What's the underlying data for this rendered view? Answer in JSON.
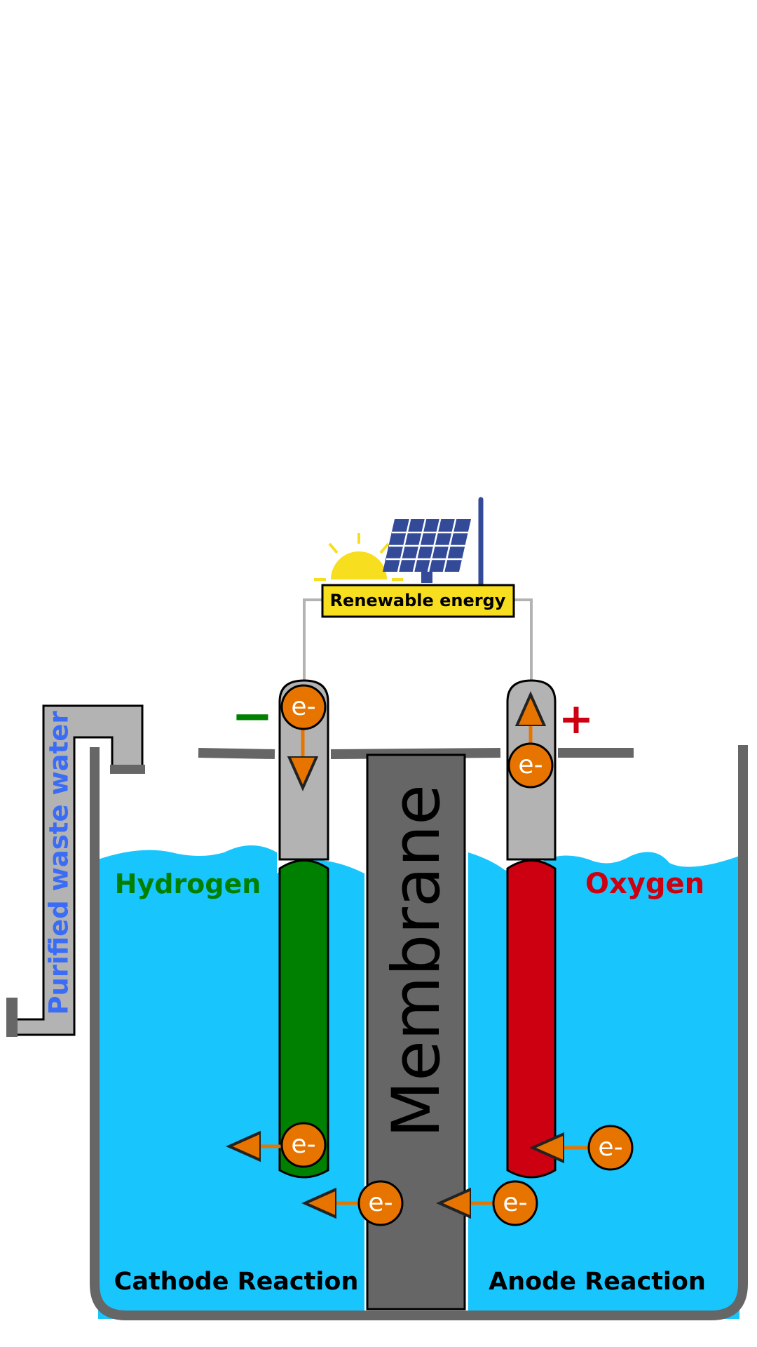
{
  "energy_label": "Renewable energy",
  "membrane_label": "Membrane",
  "pipe_label": "Purified waste water",
  "hydrogen_label": "Hydrogen",
  "oxygen_label": "Oxygen",
  "cathode_label": "Cathode Reaction",
  "anode_label": "Anode Reaction",
  "cathode_sign": "−",
  "anode_sign": "+",
  "electron_label": "e-",
  "colors": {
    "water": "#19c5fd",
    "tank": "#666666",
    "membrane": "#666666",
    "pipe": "#b3b3b3",
    "hydrogen": "#008000",
    "oxygen": "#cc0011",
    "electron": "#e87400",
    "label_box": "#f7de1e",
    "sun": "#f7de1e",
    "solar_panel": "#334a99",
    "pipe_text": "#3a6cf5"
  },
  "icons": [
    "sun-icon",
    "solar-panel-icon",
    "antenna-icon"
  ]
}
